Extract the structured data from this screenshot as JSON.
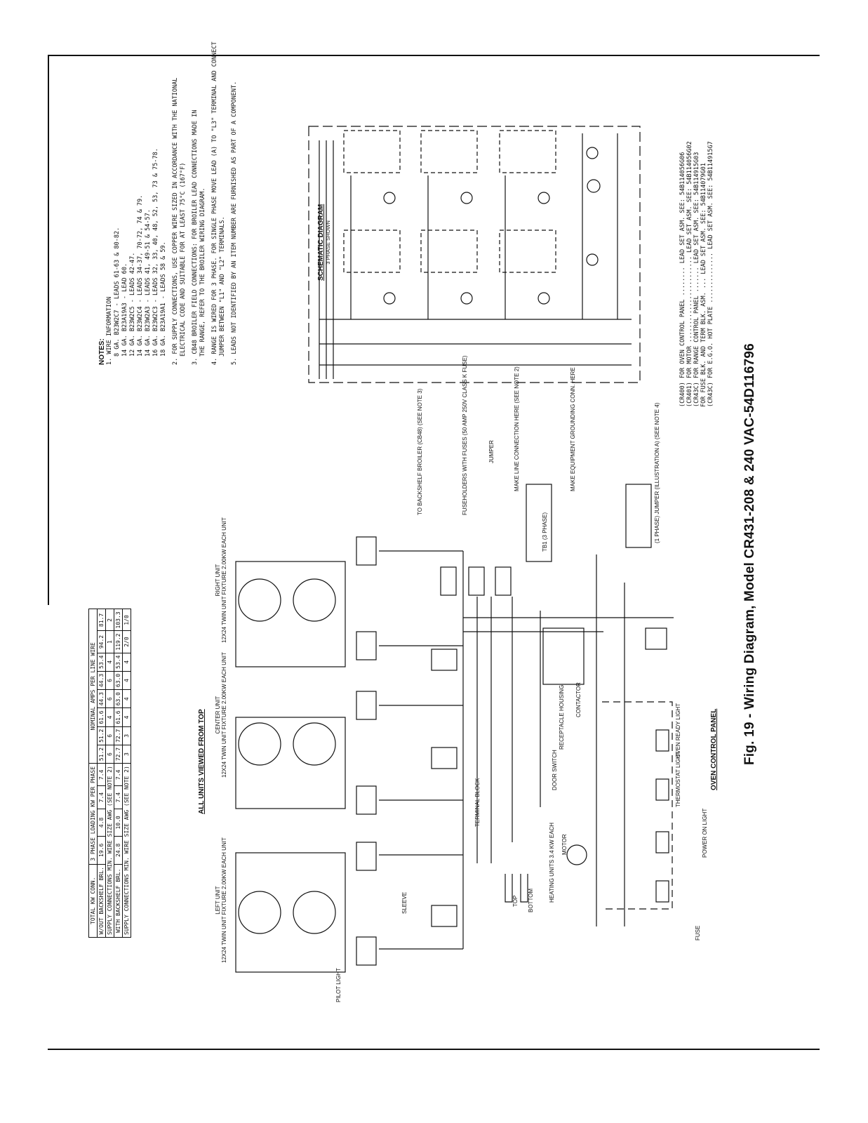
{
  "caption": "Fig. 19 - Wiring Diagram, Model CR431-208 & 240 VAC-54D116796",
  "notes": {
    "title": "NOTES:",
    "items": [
      "1. WIRE INFORMATION",
      "8 GA. B23W2C7 - LEADS 61-63 & 80-82.",
      "14 GA. B23A19A3 - LEAD 60.",
      "12 GA. B23W2C5 - LEADS 42-47.",
      "14 GA. B23W2C4 - LEADS 34-37, 70-72, 74 & 79.",
      "14 GA. B23W2A3 - LEADS 41, 49-51 & 54-57.",
      "16 GA. B23W2C3 - LEADS 32, 33, 40, 48, 52, 53, 73 & 75-78.",
      "18 GA. B23A19A1 - LEADS 58 & 59.",
      "2. FOR SUPPLY CONNECTIONS, USE COPPER WIRE SIZED IN ACCORDANCE WITH THE NATIONAL",
      "ELECTRICAL CODE AND SUITABLE FOR AT LEAST 75°C (167°F)",
      "3. CB48 BROILER FIELD CONNECTIONS: FOR BROILER LEAD CONNECTIONS MADE IN",
      "THE RANGE, REFER TO THE BROILER WIRING DIAGRAM.",
      "4. RANGE IS WIRED FOR 3 PHASE. FOR SINGLE PHASE MOVE LEAD (A) TO \"L3\" TERMINAL AND CONNECT",
      "JUMPER BETWEEN \"L1\" AND \"L2\" TERMINALS.",
      "5. LEADS NOT IDENTIFIED BY AN ITEM NUMBER ARE FURNISHED AS PART OF A COMPONENT."
    ]
  },
  "schematic": {
    "title": "SCHEMATIC DIAGRAM",
    "subtitle": "3 PHASE SHOWN"
  },
  "legend": [
    "(CR400) FOR OVEN CONTROL PANEL ........ LEAD SET ASM. SEE: 54B114056G06",
    "(CR401) FOR MOTOR ........................ LEAD SET ASM. SEE: 54B114056G02",
    "(CR43C) FOR RANGE CONTROL PANEL ....... LEAD SET ASM. SEE: 54B114915G03",
    "FOR FUSE BLK. AND TERM BLK. ASM. ... LEAD SET ASM. SEE: 54B114079G01",
    "(CR43C) FOR E.G.O. HOT PLATE .............. LEAD SET ASM. SEE: 54B114915G7"
  ],
  "loading_table": {
    "headers": [
      "TOTAL KW CONN.",
      "3 PHASE LOADING KW PER PHASE",
      "NOMINAL AMPS PER LINE WIRE"
    ],
    "rows": [
      [
        "W/OUT BACKSHELF BRL.",
        "19.6",
        "4.8",
        "7.4",
        "7.4",
        "51.2",
        "51.2",
        "61.6",
        "44.3",
        "44.3",
        "53.4",
        "94.2",
        "81.7"
      ],
      [
        "SUPPLY CONNECTIONS MIN. WIRE SIZE AWG (SEE NOTE 2)",
        "",
        "",
        "",
        "",
        "6",
        "6",
        "4",
        "6",
        "6",
        "4",
        "1",
        "2"
      ],
      [
        "WITH BACKSHELF BRL.",
        "24.8",
        "10.0",
        "7.4",
        "7.4",
        "72.7",
        "72.7",
        "61.6",
        "63.0",
        "63.0",
        "53.4",
        "119.2",
        "103.3"
      ],
      [
        "SUPPLY CONNECTIONS MIN. WIRE SIZE AWG (SEE NOTE 2)",
        "",
        "",
        "",
        "",
        "3",
        "3",
        "4",
        "4",
        "4",
        "4",
        "2/0",
        "1/0"
      ]
    ]
  },
  "labels": {
    "top_view": "ALL UNITS VIEWED FROM TOP",
    "left_unit": "LEFT UNIT",
    "left_unit_desc": "12X24 TWIN UNIT FIXTURE 2.00KW EACH UNIT",
    "center_unit": "CENTER UNIT",
    "center_unit_desc": "12X24 TWIN UNIT FIXTURE 2.00KW EACH UNIT",
    "right_unit": "RIGHT UNIT",
    "right_unit_desc": "12X24 TWIN UNIT FIXTURE 2.00KW EACH UNIT",
    "terminal_block": "TERMINAL BLOCK",
    "heating_units": "HEATING UNITS 3.4 KW EACH",
    "top": "TOP",
    "bottom": "BOTTOM",
    "motor": "MOTOR",
    "door_switch": "DOOR SWITCH",
    "receptacle": "RECEPTACLE HOUSING",
    "contactor": "CONTACTOR",
    "oven_control_panel": "OVEN CONTROL PANEL",
    "thermostat_light": "THERMOSTAT LIGHT",
    "oven_ready_light": "OVEN READY LIGHT",
    "power_on_light": "POWER ON LIGHT",
    "fuse": "FUSE",
    "pilot_light": "PILOT LIGHT",
    "sleeve": "SLEEVE",
    "jumper": "JUMPER",
    "make_line_connection": "MAKE LINE CONNECTION HERE (SEE NOTE 2)",
    "ground": "MAKE EQUIPMENT GROUNDING CONN. HERE",
    "backshelf": "TO BACKSHELF BROILER (CB48) (SEE NOTE 3)",
    "fuseholders": "FUSEHOLDERS WITH FUSES (50 AMP 250V CLASS K FUSE)",
    "tb1": "TB1 (3 PHASE)",
    "illustration_a": "(1 PHASE) JUMPER (ILLUSTRATION A) (SEE NOTE 4)"
  },
  "colors": {
    "ink": "#111111",
    "paper": "#ffffff"
  }
}
